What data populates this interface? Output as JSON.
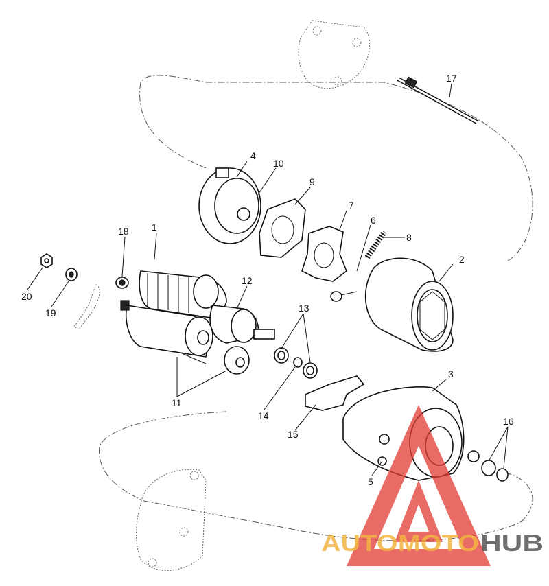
{
  "callouts": [
    "1",
    "2",
    "3",
    "4",
    "5",
    "6",
    "7",
    "8",
    "9",
    "10",
    "11",
    "12",
    "13",
    "14",
    "15",
    "16",
    "17",
    "18",
    "19",
    "20"
  ],
  "watermark": {
    "text_part1": "AUTOMOTO",
    "text_part2": "HUB",
    "color_triangle": "#e03a32",
    "color_text1": "#f2b441",
    "color_text2": "#555555"
  }
}
